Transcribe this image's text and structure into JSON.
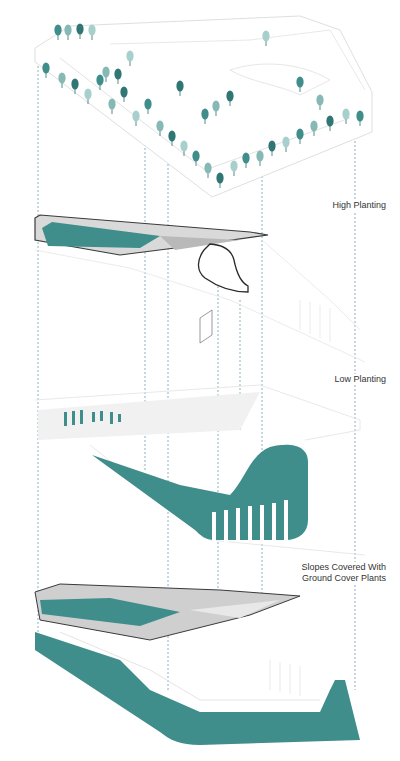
{
  "diagram": {
    "labels": [
      "High Planting",
      "Low Planting",
      "Slopes Covered With Ground Cover Plants"
    ]
  }
}
